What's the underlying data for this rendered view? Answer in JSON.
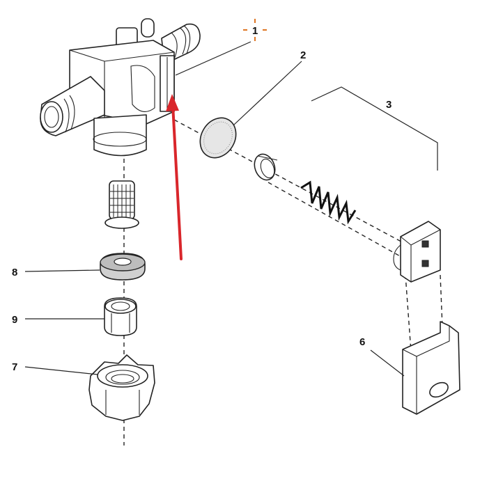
{
  "callouts": {
    "c1": "1",
    "c2": "2",
    "c3": "3",
    "c6": "6",
    "c7": "7",
    "c8": "8",
    "c9": "9"
  },
  "colors": {
    "highlight_arrow": "#d9262b",
    "highlight_marker": "#e07a2b"
  },
  "icons": [
    "arrow-up-icon",
    "crosshair-marker-icon"
  ]
}
